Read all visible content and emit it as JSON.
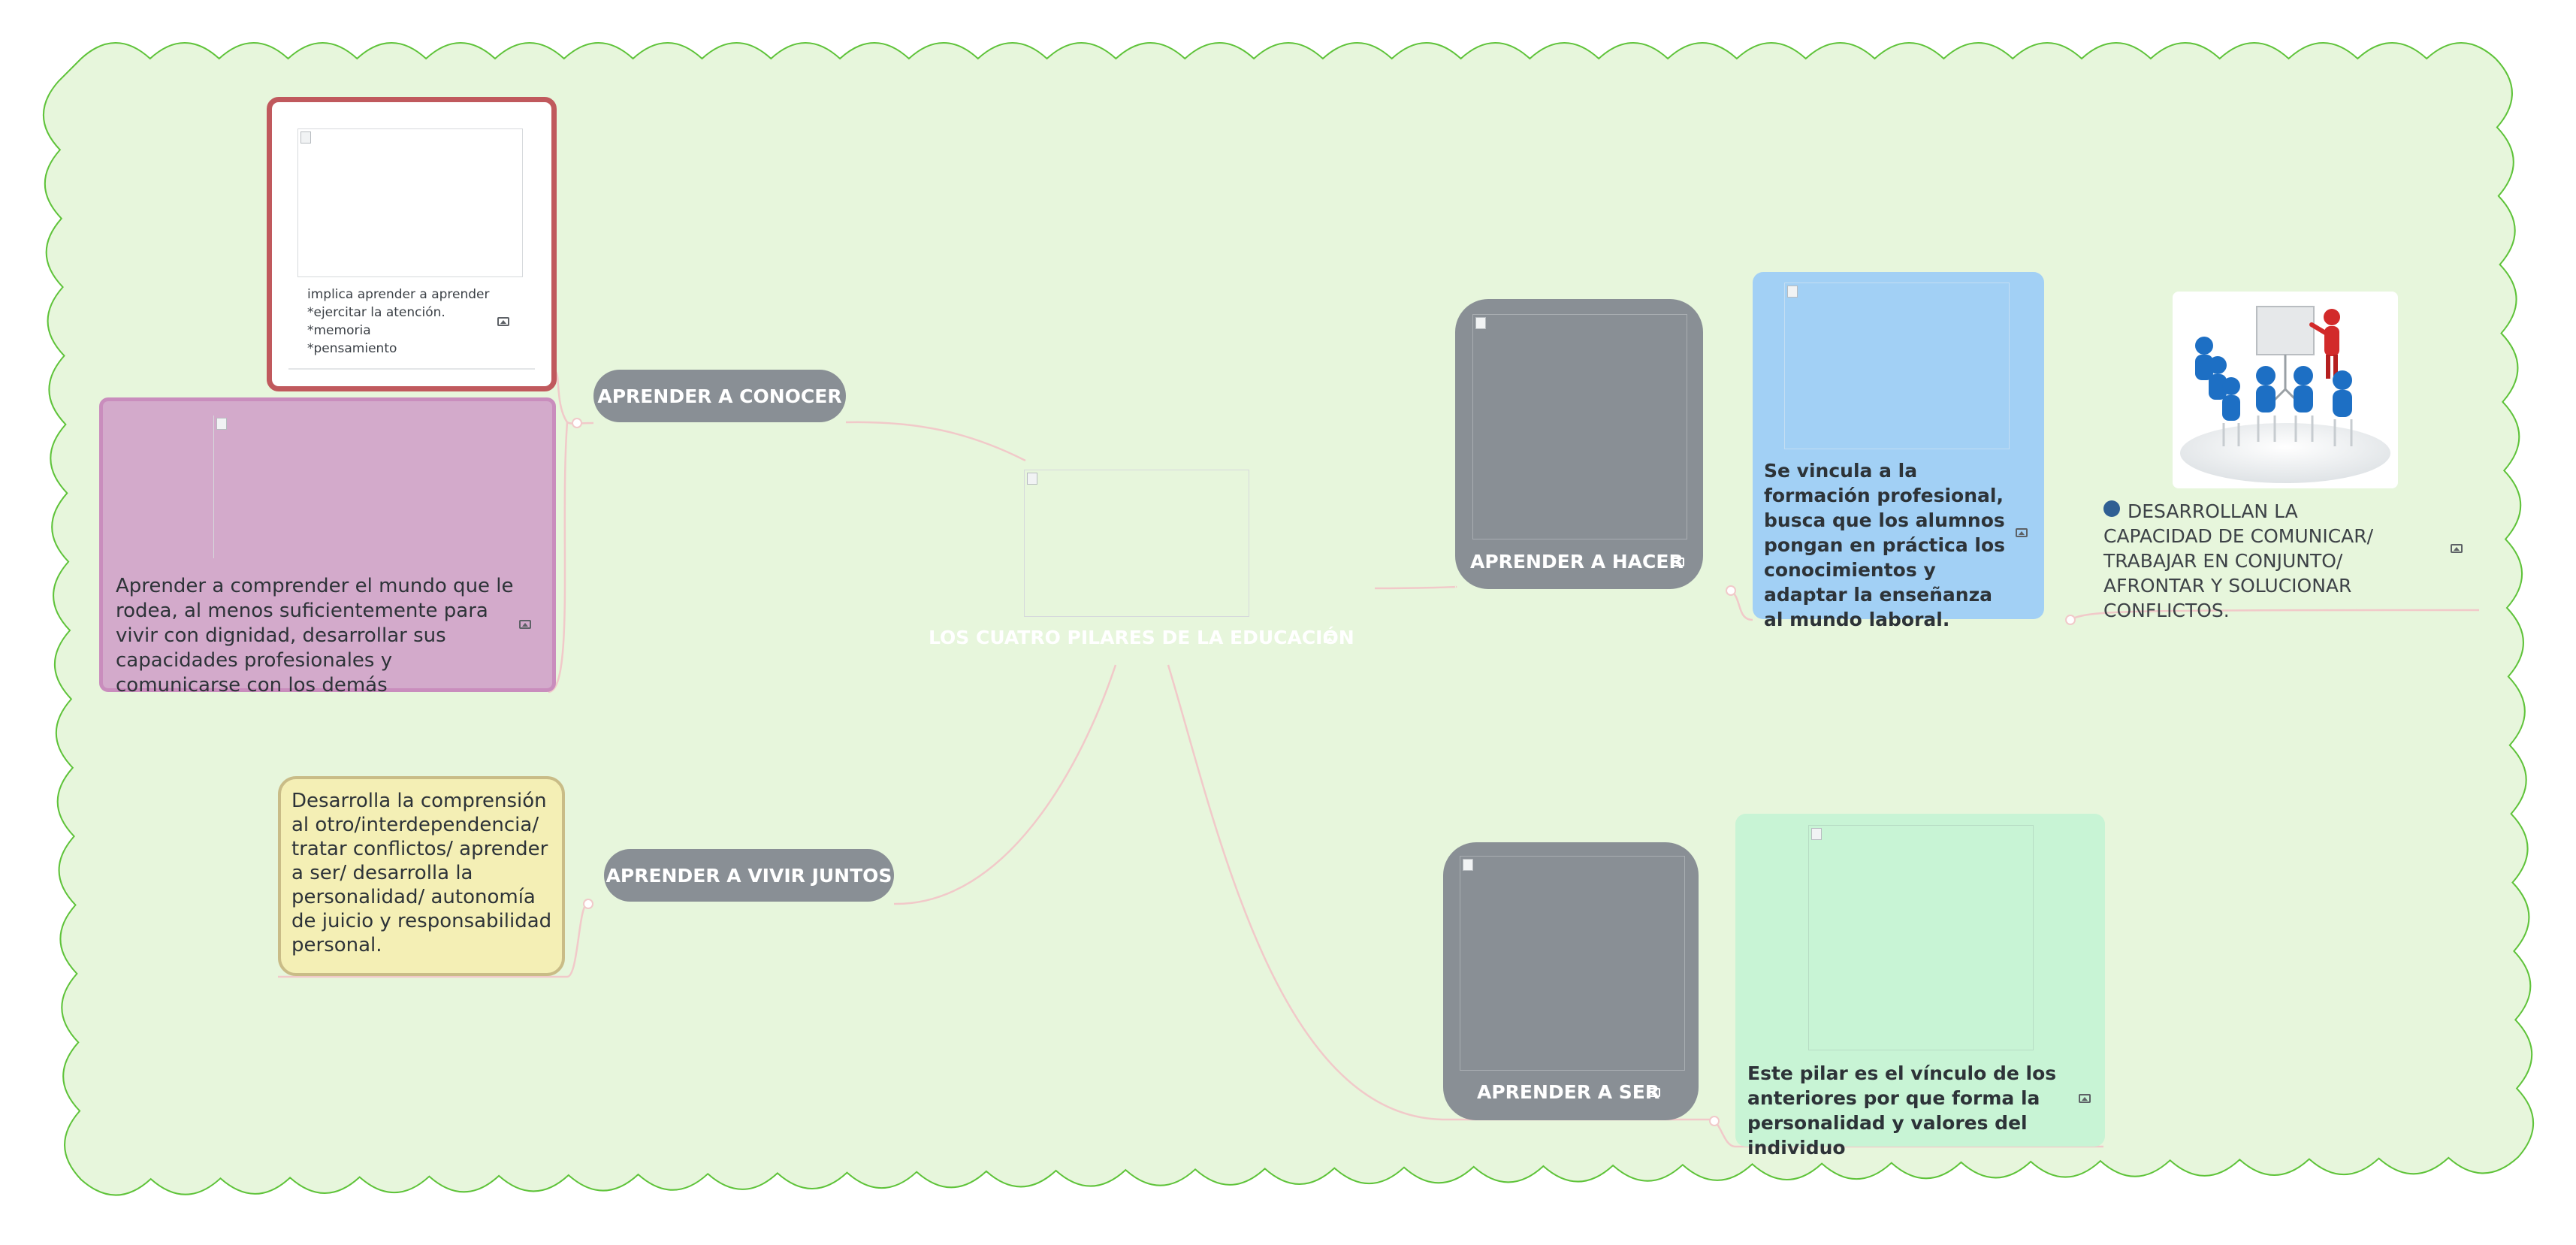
{
  "center": {
    "title": "LOS CUATRO PILARES DE LA EDUCACIÓN"
  },
  "branches": {
    "conocer": {
      "label": "APRENDER A CONOCER",
      "note_white": "implica aprender a aprender\n*ejercitar la atención.\n*memoria\n*pensamiento",
      "note_purple": "Aprender a comprender el mundo que le rodea, al menos suficientemente para vivir con dignidad, desarrollar sus capacidades profesionales y comunicarse con los demás"
    },
    "vivir": {
      "label": "APRENDER A VIVIR JUNTOS",
      "note_yellow": "Desarrolla la comprensión al otro/interdependencia/ tratar conflictos/ aprender a ser/ desarrolla la personalidad/ autonomía de juicio y responsabilidad personal."
    },
    "hacer": {
      "label": "APRENDER A HACER",
      "note_blue": "Se vincula a la formación profesional, busca que los alumnos pongan en práctica los conocimientos y adaptar la enseñanza al mundo laboral.",
      "note_right": "DESARROLLAN LA CAPACIDAD DE COMUNICAR/ TRABAJAR EN CONJUNTO/ AFRONTAR Y SOLUCIONAR CONFLICTOS."
    },
    "ser": {
      "label": "APRENDER A SER",
      "note_green": "Este pilar es el vínculo de los anteriores por que forma la personalidad y valores del individuo"
    }
  },
  "colors": {
    "background": "#e7f6dc",
    "border": "#5fc33a",
    "pill": "#898f95",
    "connector": "#f1c9c9",
    "purple": "#d3aacb",
    "blue": "#a2d0f5",
    "green": "#c8f4d5",
    "yellow": "#f4efb5",
    "red": "#c0595d"
  },
  "icons": [
    "image-icon",
    "presentation-illustration",
    "bullet-dot"
  ]
}
